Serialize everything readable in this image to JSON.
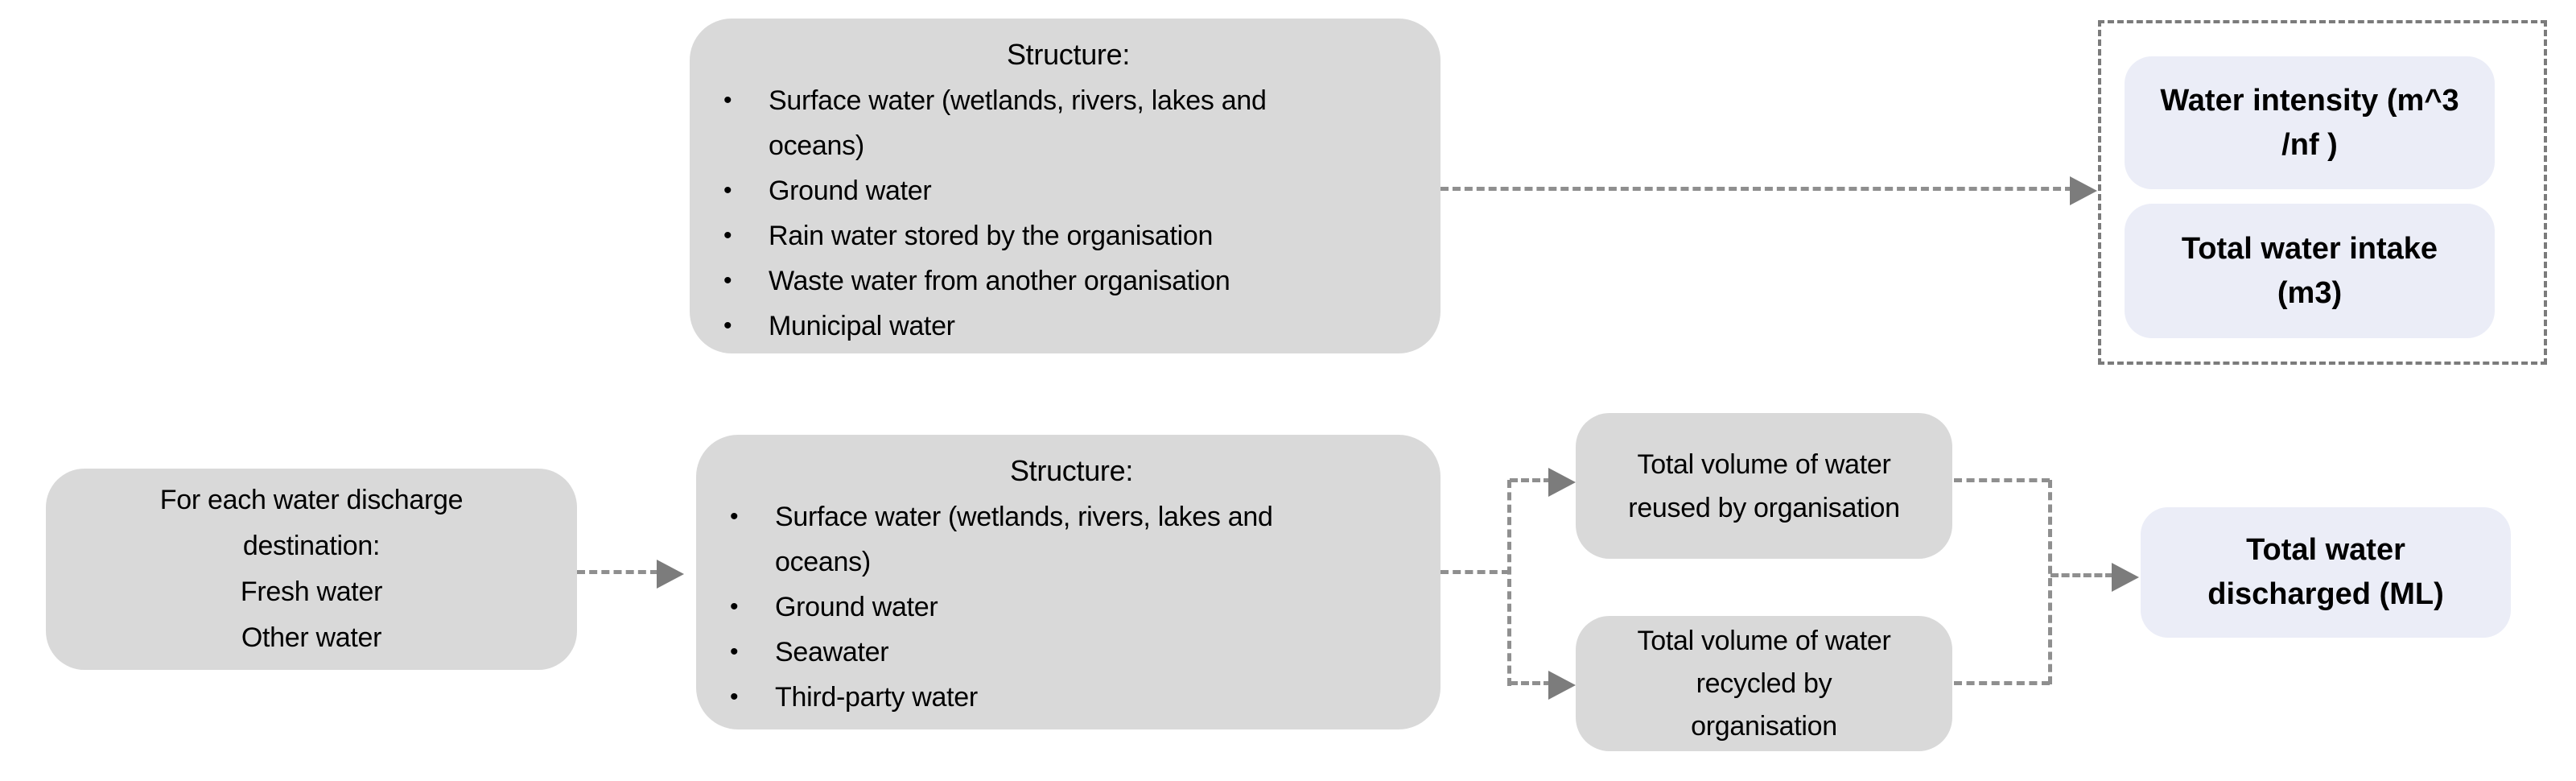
{
  "glyphs": {
    "bullet": "•"
  },
  "colors": {
    "box_gray": "#D9D9D9",
    "box_lavender": "#EBEDF7",
    "connector_gray": "#8F8F8F",
    "arrowhead_gray": "#7C7C7C",
    "dashed_border_gray": "#7B7B7B",
    "text": "#000000"
  },
  "intake_structure": {
    "title": "Structure:",
    "bullets": [
      "Surface water (wetlands, rivers, lakes and oceans)",
      "Ground water",
      "Rain water stored by the organisation",
      "Waste water from another organisation",
      "Municipal water"
    ]
  },
  "intake_outputs": {
    "water_intensity": {
      "line1": "Water intensity (m^3",
      "line2": "/nf )"
    },
    "total_water_intake": {
      "line1": "Total water intake",
      "line2": "(m3)"
    }
  },
  "discharge_source": {
    "heading": "For each water discharge destination:",
    "items": [
      "Fresh water",
      "Other water"
    ]
  },
  "discharge_structure": {
    "title": "Structure:",
    "bullets": [
      "Surface water (wetlands, rivers, lakes and oceans)",
      "Ground water",
      "Seawater",
      "Third-party water"
    ]
  },
  "reuse_box": {
    "lines": [
      "Total volume of water",
      "reused by organisation"
    ]
  },
  "recycle_box": {
    "lines": [
      "Total volume of water",
      "recycled by",
      "organisation"
    ]
  },
  "discharge_output": {
    "line1": "Total water",
    "line2": "discharged (ML)"
  }
}
